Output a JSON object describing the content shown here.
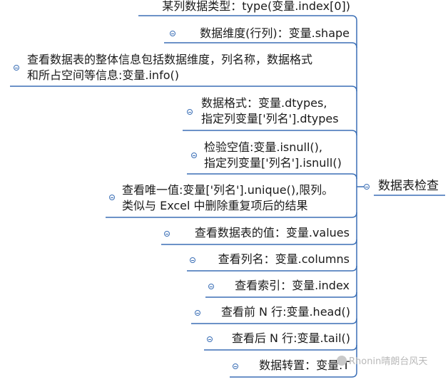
{
  "root": {
    "label": "数据表检查"
  },
  "branches": [
    {
      "id": "type",
      "lines": [
        "某列数据类型：type(变量.index[0])"
      ],
      "collapsed_indicator": false
    },
    {
      "id": "shape",
      "lines": [
        "数据维度(行列)：变量.shape"
      ],
      "collapsed_indicator": true
    },
    {
      "id": "info",
      "lines": [
        "查看数据表的整体信息包括数据维度，列名称，数据格式",
        "和所占空间等信息:变量.info()"
      ],
      "collapsed_indicator": true
    },
    {
      "id": "dtypes",
      "lines": [
        "数据格式：变量.dtypes,",
        "指定列变量['列名'].dtypes"
      ],
      "collapsed_indicator": true
    },
    {
      "id": "isnull",
      "lines": [
        "检验空值:变量.isnull(),",
        "指定列变量['列名'].isnull()"
      ],
      "collapsed_indicator": true
    },
    {
      "id": "unique",
      "lines": [
        "查看唯一值:变量['列名'].unique(),限列。",
        "类似与 Excel 中删除重复项后的结果"
      ],
      "collapsed_indicator": true
    },
    {
      "id": "values",
      "lines": [
        "查看数据表的值：变量.values"
      ],
      "collapsed_indicator": true
    },
    {
      "id": "columns",
      "lines": [
        "查看列名：变量.columns"
      ],
      "collapsed_indicator": true
    },
    {
      "id": "index",
      "lines": [
        "查看索引：变量.index"
      ],
      "collapsed_indicator": true
    },
    {
      "id": "head",
      "lines": [
        "查看前 N 行:变量.head()"
      ],
      "collapsed_indicator": true
    },
    {
      "id": "tail",
      "lines": [
        "查看后 N 行:变量.tail()"
      ],
      "collapsed_indicator": true
    },
    {
      "id": "transpose",
      "lines": [
        "数据转置：变量.T"
      ],
      "collapsed_indicator": true
    }
  ],
  "watermark": {
    "text": "Rhonin晴朗台风天"
  },
  "colors": {
    "line": "#3b6fb6",
    "text": "#1a1a1a",
    "watermark": "#b8b8b8"
  }
}
